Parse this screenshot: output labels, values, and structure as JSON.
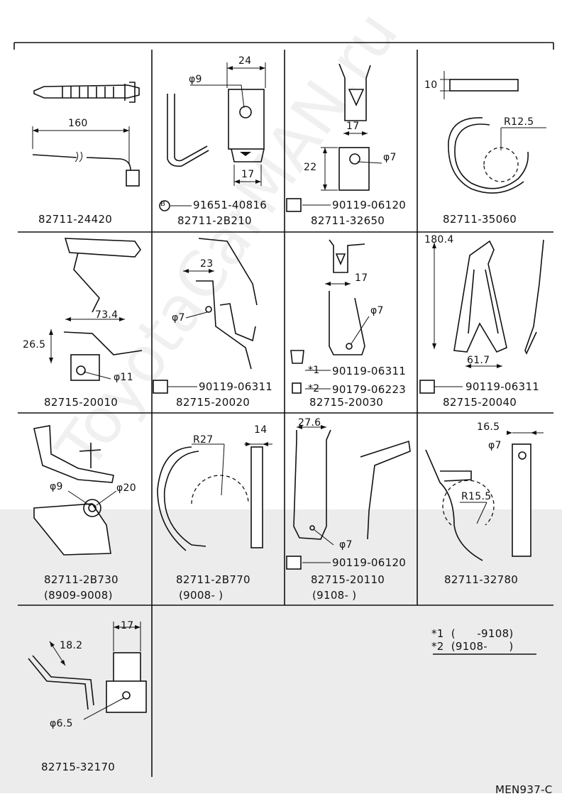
{
  "watermark": "ToyotaCarMAN.ru",
  "ref_code": "MEN937-C",
  "notes": {
    "n1": "*1  (      -9108)",
    "n2": "*2  (9108-      )"
  },
  "cells": {
    "c1": {
      "part": "82711-24420",
      "dims": {
        "length": "160"
      }
    },
    "c2": {
      "part": "82711-2B210",
      "dims": {
        "width": "24",
        "hole": "φ9",
        "bottom": "17"
      },
      "bolt": {
        "marker": "B",
        "part": "91651-40816"
      }
    },
    "c3": {
      "part": "82711-32650",
      "dims": {
        "width": "17",
        "height": "22",
        "hole": "φ7"
      },
      "bolt": {
        "part": "90119-06120"
      }
    },
    "c4": {
      "part": "82711-35060",
      "dims": {
        "thickness": "10",
        "radius": "R12.5"
      }
    },
    "c5": {
      "part": "82715-20010",
      "dims": {
        "width": "73.4",
        "height": "26.5",
        "hole": "φ11"
      }
    },
    "c6": {
      "part": "82715-20020",
      "dims": {
        "width": "23",
        "hole": "φ7"
      },
      "bolt": {
        "part": "90119-06311"
      }
    },
    "c7": {
      "part": "82715-20030",
      "dims": {
        "width": "17",
        "hole": "φ7"
      },
      "bolt1": {
        "mark": "*1",
        "part": "90119-06311"
      },
      "bolt2": {
        "mark": "*2",
        "part": "90179-06223"
      }
    },
    "c8": {
      "part": "82715-20040",
      "dims": {
        "height": "180.4",
        "width": "61.7"
      },
      "bolt": {
        "part": "90119-06311"
      }
    },
    "c9": {
      "part": "82711-2B730",
      "date": "(8909-9008)",
      "dims": {
        "hole1": "φ9",
        "hole2": "φ20"
      }
    },
    "c10": {
      "part": "82711-2B770",
      "date": "(9008-      )",
      "dims": {
        "radius": "R27",
        "width": "14"
      }
    },
    "c11": {
      "part": "82715-20110",
      "date": "(9108-      )",
      "dims": {
        "width": "27.6",
        "hole": "φ7"
      },
      "bolt": {
        "part": "90119-06120"
      }
    },
    "c12": {
      "part": "82711-32780",
      "dims": {
        "width": "16.5",
        "hole": "φ7",
        "radius": "R15.5"
      }
    },
    "c13": {
      "part": "82715-32170",
      "dims": {
        "length": "18.2",
        "width": "17",
        "hole": "φ6.5"
      }
    }
  }
}
